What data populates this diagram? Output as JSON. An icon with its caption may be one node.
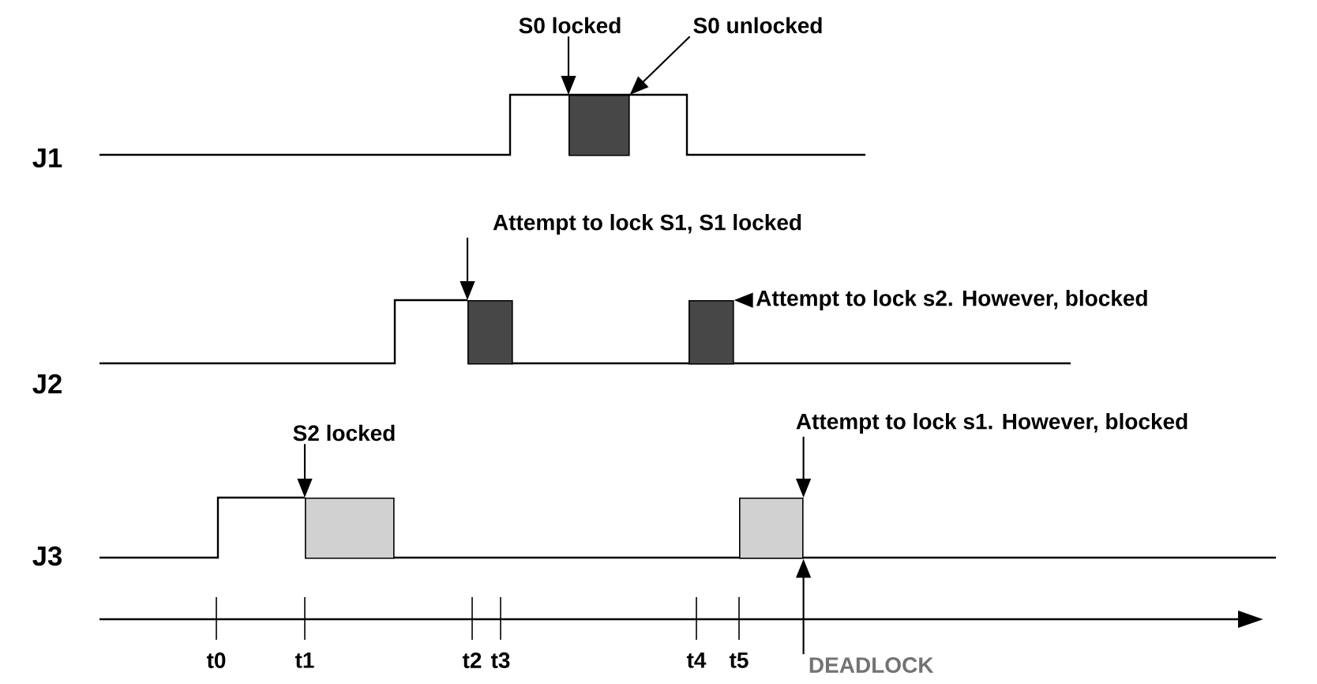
{
  "diagram": {
    "nodes": [
      {
        "text": [
          "S0 locked"
        ]
      },
      {
        "text": [
          "S0 unlocked"
        ]
      },
      {
        "text": [],
        "shape": "box"
      },
      {
        "text": [
          "Attempt to lock S1, S1 locked"
        ]
      },
      {
        "text": [
          "Attempt to lock s2. However, blocked"
        ]
      },
      {
        "text": [],
        "shape": "box"
      },
      {
        "text": [],
        "shape": "box"
      },
      {
        "text": [
          "S2 locked"
        ]
      },
      {
        "text": [
          "Attempt to lock s1. However, blocked"
        ]
      },
      {
        "text": [],
        "shape": "box"
      },
      {
        "text": [],
        "shape": "box"
      },
      {
        "text": [
          "DEADLOCK"
        ]
      }
    ],
    "edges": [
      {
        "from": 0,
        "to": 2,
        "arrow": "to"
      },
      {
        "from": 1,
        "to": 2,
        "arrow": "to"
      },
      {
        "from": 3,
        "to": 5,
        "arrow": "to"
      },
      {
        "from": 4,
        "to": 6,
        "arrow": "to"
      },
      {
        "from": 7,
        "to": 9,
        "arrow": "to"
      },
      {
        "from": 8,
        "to": 10,
        "arrow": "to"
      },
      {
        "from": 11,
        "to": 10,
        "arrow": "to"
      }
    ],
    "labels": [
      "J1",
      "J2",
      "J3",
      "t0",
      "t1",
      "t2",
      "t3",
      "t4",
      "t5"
    ]
  }
}
